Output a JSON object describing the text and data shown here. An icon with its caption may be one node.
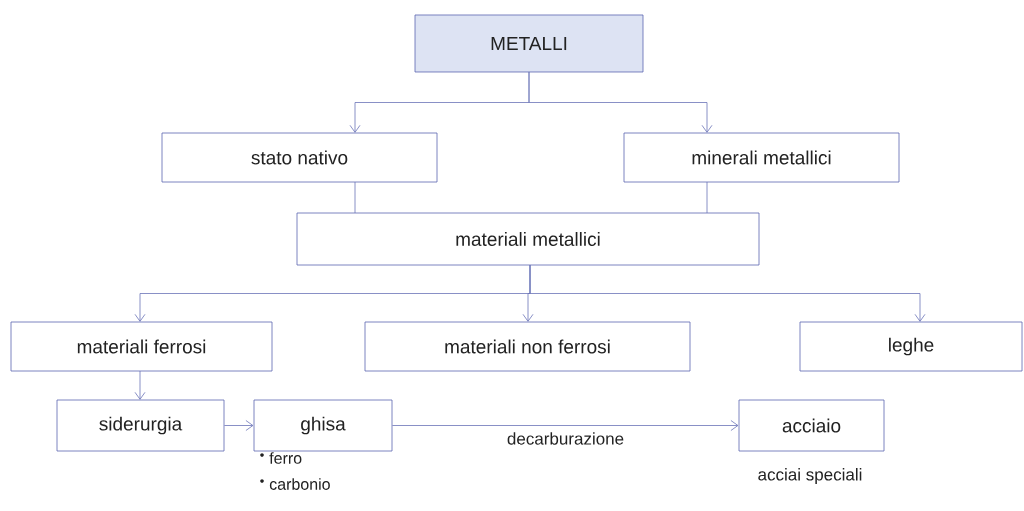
{
  "diagram": {
    "nodes": [
      {
        "text": [
          "METALLI"
        ]
      },
      {
        "text": [
          "stato nativo"
        ]
      },
      {
        "text": [
          "minerali metallici"
        ]
      },
      {
        "text": [
          "materiali metallici"
        ]
      },
      {
        "text": [
          "materiali ferrosi"
        ]
      },
      {
        "text": [
          "materiali non ferrosi"
        ]
      },
      {
        "text": [
          "leghe"
        ]
      },
      {
        "text": [
          "siderurgia"
        ]
      },
      {
        "text": [
          "ghisa"
        ],
        "beside": [
          "ferro",
          "carbonio"
        ]
      },
      {
        "text": [
          "acciaio"
        ],
        "beside": [
          "acciai speciali"
        ]
      }
    ],
    "edges": [
      {
        "from": 0,
        "to": 1,
        "arrow": "to"
      },
      {
        "from": 0,
        "to": 2,
        "arrow": "to"
      },
      {
        "from": 1,
        "to": 3,
        "arrow": "none"
      },
      {
        "from": 2,
        "to": 3,
        "arrow": "none"
      },
      {
        "from": 3,
        "to": 4,
        "arrow": "to"
      },
      {
        "from": 3,
        "to": 5,
        "arrow": "to"
      },
      {
        "from": 3,
        "to": 6,
        "arrow": "to"
      },
      {
        "from": 4,
        "to": 7,
        "arrow": "to"
      },
      {
        "from": 7,
        "to": 8,
        "arrow": "to"
      },
      {
        "from": 8,
        "to": 9,
        "arrow": "to",
        "label": "decarburazione"
      }
    ]
  }
}
